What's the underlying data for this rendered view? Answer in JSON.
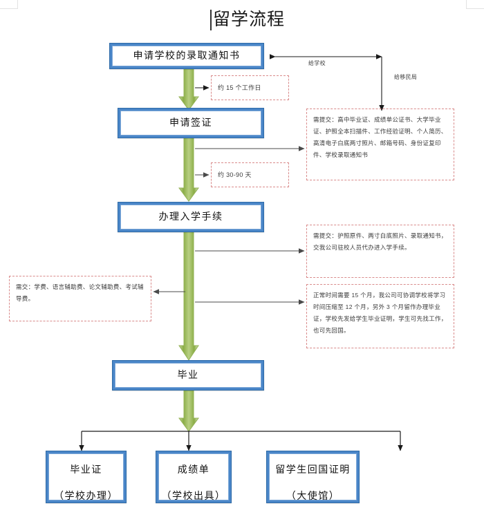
{
  "page": {
    "title": "留学流程",
    "accent_blue": "#4a86c8",
    "accent_green": "#9bbb59",
    "note_border": "#d98a8a"
  },
  "process_boxes": [
    {
      "id": "offer",
      "label": "申请学校的录取通知书"
    },
    {
      "id": "visa",
      "label": "申请签证"
    },
    {
      "id": "enroll",
      "label": "办理入学手续"
    },
    {
      "id": "graduate",
      "label": "毕业"
    }
  ],
  "result_boxes": [
    {
      "id": "diploma",
      "line1": "毕业证",
      "line2": "（学校办理）"
    },
    {
      "id": "transcript",
      "line1": "成绩单",
      "line2": "（学校出具）"
    },
    {
      "id": "return-cert",
      "line1": "留学生回国证明",
      "line2": "（大使馆）"
    }
  ],
  "connector_captions": [
    {
      "id": "to-school",
      "text": "给学校"
    },
    {
      "id": "to-immigration",
      "text": "给移民局"
    }
  ],
  "duration_notes": [
    {
      "id": "offer-duration",
      "text": "约 15 个工作日"
    },
    {
      "id": "visa-duration",
      "text": "约 30-90 天"
    }
  ],
  "document_notes": [
    {
      "id": "visa-documents",
      "text": "需提交：高中毕业证、成绩单公证书、大学毕业证、护照全本扫描件、工作经验证明、个人简历、高清电子白底两寸照片、邮箱号码、身份证复印件、学校录取通知书"
    },
    {
      "id": "enroll-documents",
      "text": "需提交：护照原件、两寸白底照片、录取通知书，交我公司驻校人员代办进入学手续。"
    },
    {
      "id": "fees-note",
      "text": "需交：学费、语言辅助费、论文辅助费、考试辅导费。"
    },
    {
      "id": "study-duration-note",
      "text": "正常时间需要 15 个月，我公司可协调学校将学习时间压缩至 12 个月，另外 3 个月留作办理毕业证，学校先发给学生毕业证明，学生可先找工作，也可先回国。"
    }
  ]
}
